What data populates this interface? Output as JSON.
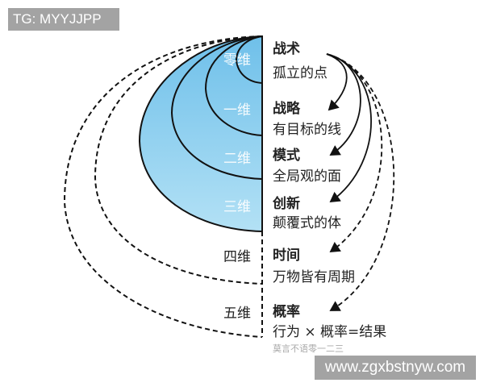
{
  "watermark_top": "TG: MYYJJPP",
  "watermark_bottom": "www.zgxbstnyw.com",
  "watermark_inline": "莫言不语零一二三",
  "colors": {
    "fill_outer": "#a9dcf3",
    "fill_inner": "#7cc8ec",
    "line": "#111111",
    "badge": "#a3a3a3"
  },
  "levels": [
    {
      "dimension": "零维",
      "title": "战术",
      "desc": "孤立的点"
    },
    {
      "dimension": "一维",
      "title": "战略",
      "desc": "有目标的线"
    },
    {
      "dimension": "二维",
      "title": "模式",
      "desc": "全局观的面"
    },
    {
      "dimension": "三维",
      "title": "创新",
      "desc": "颠覆式的体"
    },
    {
      "dimension": "四维",
      "title": "时间",
      "desc": "万物皆有周期"
    },
    {
      "dimension": "五维",
      "title": "概率",
      "desc": "行为 × 概率=结果"
    }
  ]
}
